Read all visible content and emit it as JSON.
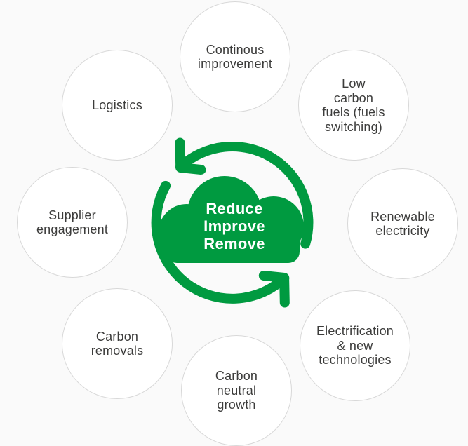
{
  "colors": {
    "background": "#FAFAFA",
    "node_fill": "#FFFFFF",
    "node_border": "#D8D8D8",
    "node_text": "#3C3C3B",
    "green": "#009A40",
    "center_text": "#FFFFFF"
  },
  "center": {
    "lines": [
      "Reduce",
      "Improve",
      "Remove"
    ]
  },
  "nodes": [
    {
      "id": "continuous-improvement",
      "label": "Continous\nimprovement"
    },
    {
      "id": "low-carbon-fuels",
      "label": "Low\ncarbon\nfuels (fuels\nswitching)"
    },
    {
      "id": "renewable-electricity",
      "label": "Renewable\nelectricity"
    },
    {
      "id": "electrification-new-technologies",
      "label": "Electrification\n& new\ntechnologies"
    },
    {
      "id": "carbon-neutral-growth",
      "label": "Carbon\nneutral\ngrowth"
    },
    {
      "id": "carbon-removals",
      "label": "Carbon\nremovals"
    },
    {
      "id": "supplier-engagement",
      "label": "Supplier\nengagement"
    },
    {
      "id": "logistics",
      "label": "Logistics"
    }
  ]
}
